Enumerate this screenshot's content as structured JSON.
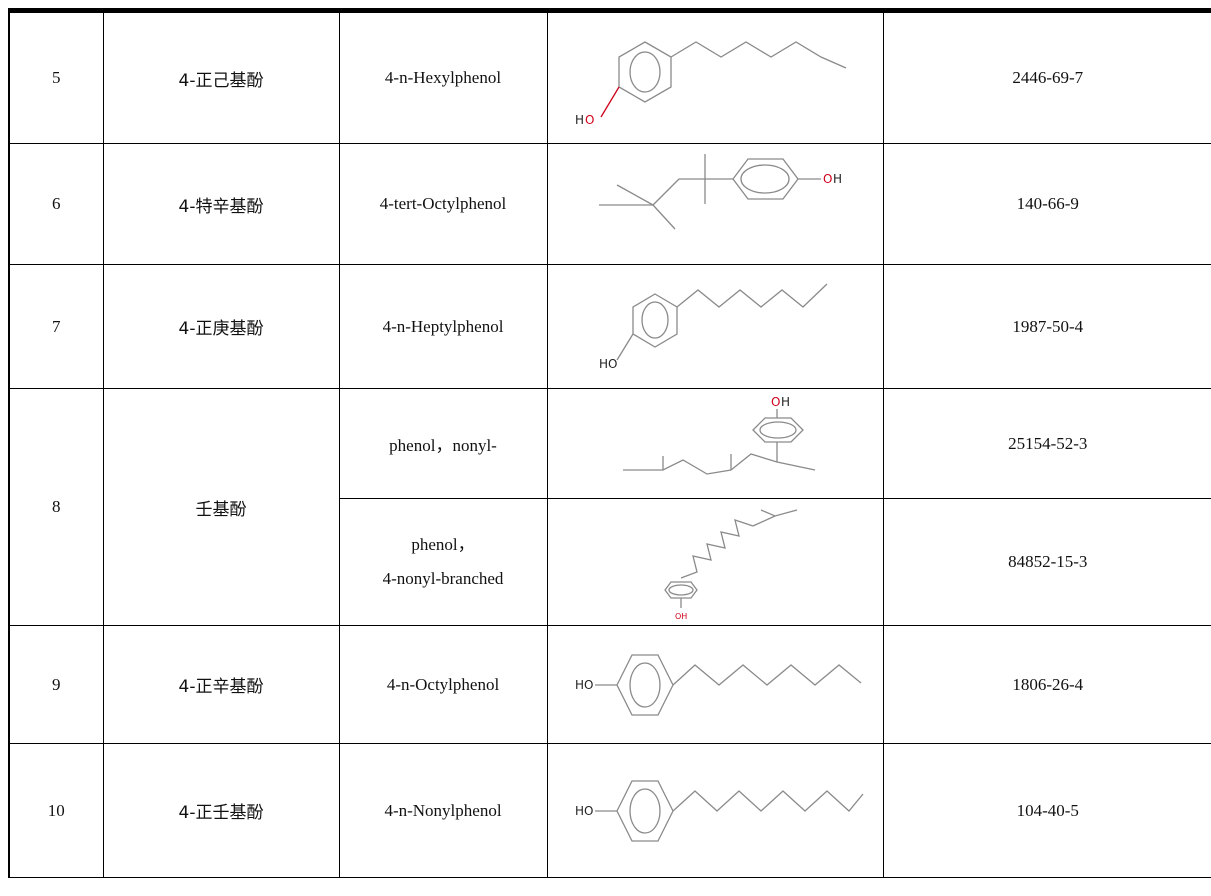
{
  "rows": [
    {
      "index": "5",
      "cn_name": "4-正己基酚",
      "en_name": "4-n-Hexylphenol",
      "cas": "2446-69-7",
      "structure_icon": "4-n-hexylphenol-structure"
    },
    {
      "index": "6",
      "cn_name": "4-特辛基酚",
      "en_name": "4-tert-Octylphenol",
      "cas": "140-66-9",
      "structure_icon": "4-tert-octylphenol-structure"
    },
    {
      "index": "7",
      "cn_name": "4-正庚基酚",
      "en_name": "4-n-Heptylphenol",
      "cas": "1987-50-4",
      "structure_icon": "4-n-heptylphenol-structure"
    },
    {
      "index": "8",
      "cn_name": "壬基酚",
      "entries": [
        {
          "en_name": "phenol，nonyl-",
          "cas": "25154-52-3",
          "structure_icon": "nonylphenol-structure"
        },
        {
          "en_name_line1": "phenol，",
          "en_name_line2": "4-nonyl-branched",
          "cas": "84852-15-3",
          "structure_icon": "4-nonylphenol-branched-structure"
        }
      ]
    },
    {
      "index": "9",
      "cn_name": "4-正辛基酚",
      "en_name": "4-n-Octylphenol",
      "cas": "1806-26-4",
      "structure_icon": "4-n-octylphenol-structure"
    },
    {
      "index": "10",
      "cn_name": "4-正壬基酚",
      "en_name": "4-n-Nonylphenol",
      "cas": "104-40-5",
      "structure_icon": "4-n-nonylphenol-structure"
    }
  ],
  "atom_labels": {
    "H": "H",
    "O": "O",
    "OH": "OH",
    "HO": "HO"
  },
  "colors": {
    "bond": "#8a8a8a",
    "oxygen": "#d0021b",
    "border": "#000000"
  }
}
